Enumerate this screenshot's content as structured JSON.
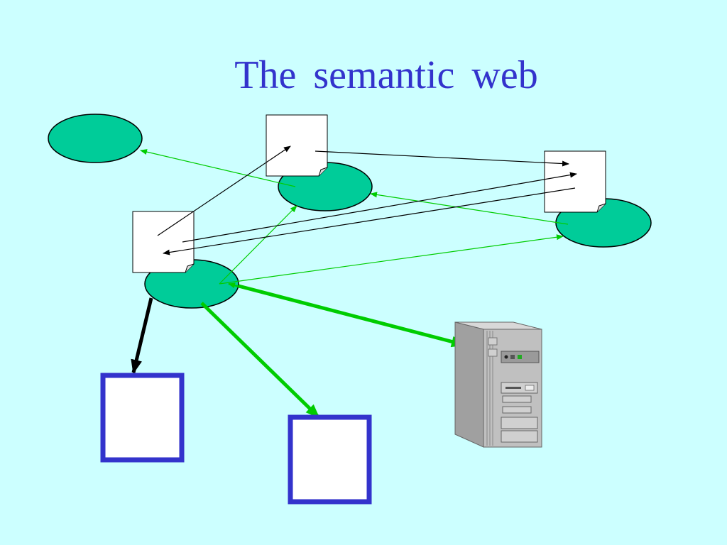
{
  "slide": {
    "title": "The semantic web"
  },
  "colors": {
    "background": "#ccffff",
    "title": "#3333cc",
    "ellipse_fill": "#00cc99",
    "green_link": "#00cc00",
    "black_link": "#000000",
    "box_border": "#3333cc",
    "document_fill": "#ffffff"
  },
  "diagram": {
    "nodes": [
      {
        "id": "ellipse-top-left",
        "kind": "resource-ellipse"
      },
      {
        "id": "ellipse-center",
        "kind": "resource-ellipse"
      },
      {
        "id": "ellipse-right",
        "kind": "resource-ellipse"
      },
      {
        "id": "ellipse-left",
        "kind": "resource-ellipse"
      },
      {
        "id": "doc-center",
        "kind": "document"
      },
      {
        "id": "doc-right",
        "kind": "document"
      },
      {
        "id": "doc-left",
        "kind": "document"
      },
      {
        "id": "box-left",
        "kind": "output-box"
      },
      {
        "id": "box-center",
        "kind": "output-box"
      },
      {
        "id": "server",
        "kind": "server-icon"
      }
    ]
  }
}
